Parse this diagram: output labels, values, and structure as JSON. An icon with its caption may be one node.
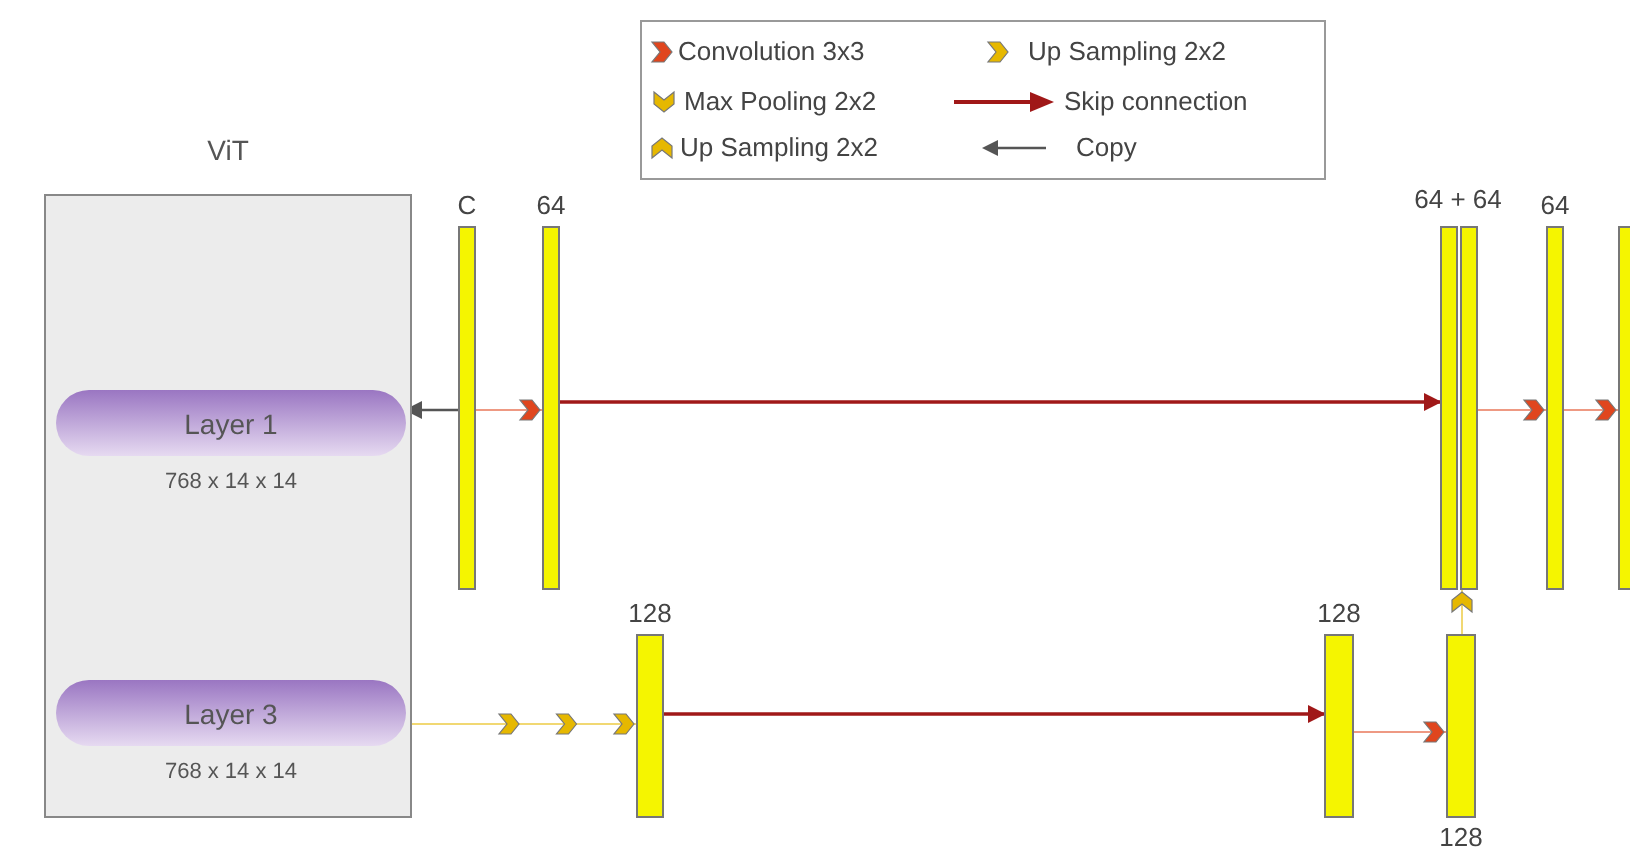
{
  "diagram": {
    "nodes": [
      {
        "text": [
          "ViT"
        ]
      },
      {
        "text": [
          "Layer 1"
        ],
        "beside": [
          "768 x 14 x 14"
        ],
        "in": 0
      },
      {
        "text": [
          "Layer 3"
        ],
        "beside": [
          "768 x 14 x 14"
        ],
        "in": 0
      },
      {
        "text": [
          "C"
        ]
      },
      {
        "text": [
          "64"
        ]
      },
      {
        "text": [
          "128"
        ]
      },
      {
        "text": [],
        "shape": "bar"
      },
      {
        "text": [],
        "shape": "bar"
      },
      {
        "text": [
          "64"
        ]
      },
      {
        "text": [],
        "shape": "bar"
      },
      {
        "text": [
          "128"
        ]
      },
      {
        "text": [
          "128"
        ]
      }
    ],
    "edges": [
      {
        "from": 3,
        "to": 1,
        "arrow": "to",
        "color": "#555555"
      },
      {
        "from": 3,
        "to": 4,
        "arrow": "to",
        "color": "#e0461e"
      },
      {
        "from": 4,
        "to": 6,
        "arrow": "to",
        "color": "#a01818"
      },
      {
        "from": 7,
        "to": 8,
        "arrow": "to",
        "color": "#e0461e"
      },
      {
        "from": 8,
        "to": 9,
        "arrow": "to",
        "color": "#e0461e"
      },
      {
        "from": 2,
        "to": 5,
        "arrow": "to",
        "color": "#e6b800"
      },
      {
        "from": 5,
        "to": 10,
        "arrow": "to",
        "color": "#a01818"
      },
      {
        "from": 10,
        "to": 11,
        "arrow": "to",
        "color": "#e0461e"
      },
      {
        "from": 11,
        "to": 7,
        "arrow": "to",
        "color": "#e6b800"
      }
    ],
    "labels": [
      "64 + 64"
    ],
    "legend": [
      {
        "text": "Convolution 3x3"
      },
      {
        "text": "Up Sampling 2x2"
      },
      {
        "text": "Max Pooling 2x2"
      },
      {
        "text": "Skip connection"
      },
      {
        "text": "Up Sampling 2x2"
      },
      {
        "text": "Copy"
      }
    ]
  }
}
